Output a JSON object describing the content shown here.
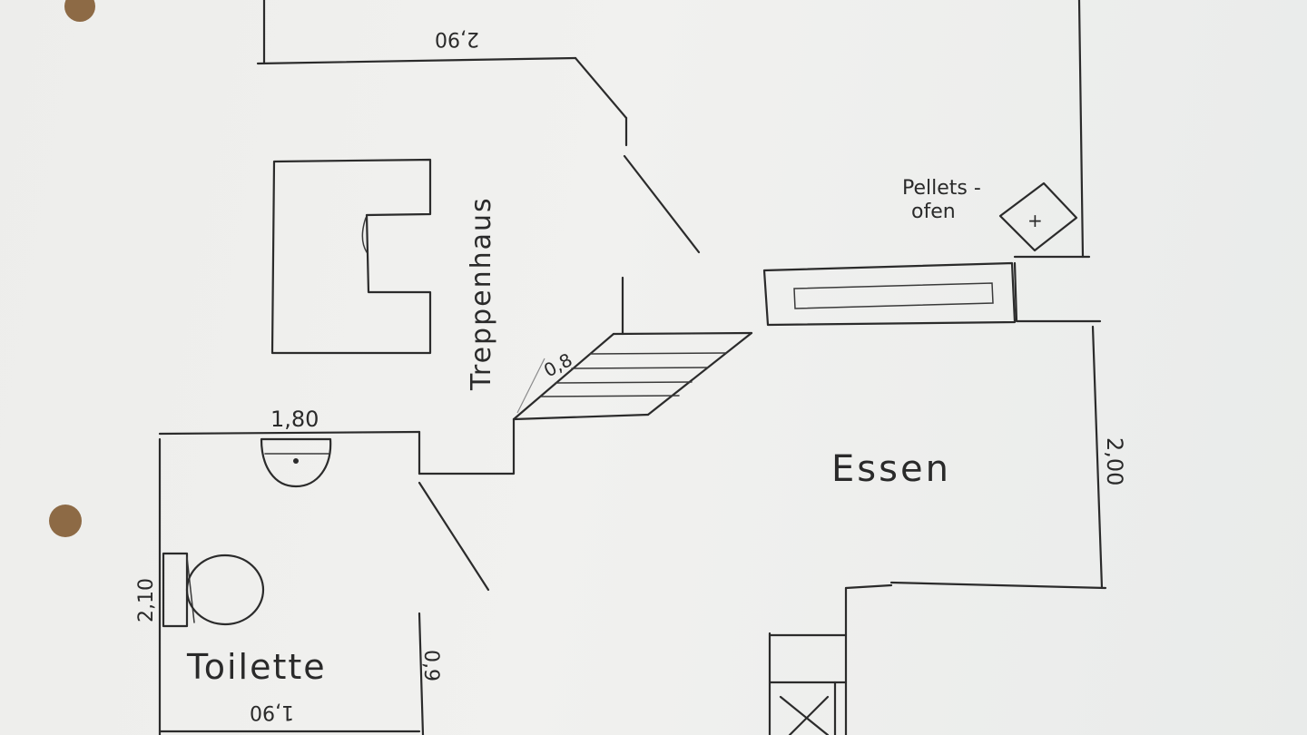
{
  "rooms": {
    "stairwell": "Treppenhaus",
    "dining": "Essen",
    "toilet": "Toilette",
    "stove_line1": "Pellets -",
    "stove_line2": "ofen"
  },
  "dimensions": {
    "top_wall": "2,90",
    "stair_width": "0,8",
    "toilet_top": "1,80",
    "toilet_left": "2,10",
    "toilet_bottom": "1,90",
    "toilet_right": "0,9",
    "dining_right": "2,00"
  },
  "symbols": {
    "stove_mark": "+"
  },
  "colors": {
    "paper": "#efefed",
    "ink": "#2b2b2b",
    "punch_hole": "#8d6a45"
  }
}
